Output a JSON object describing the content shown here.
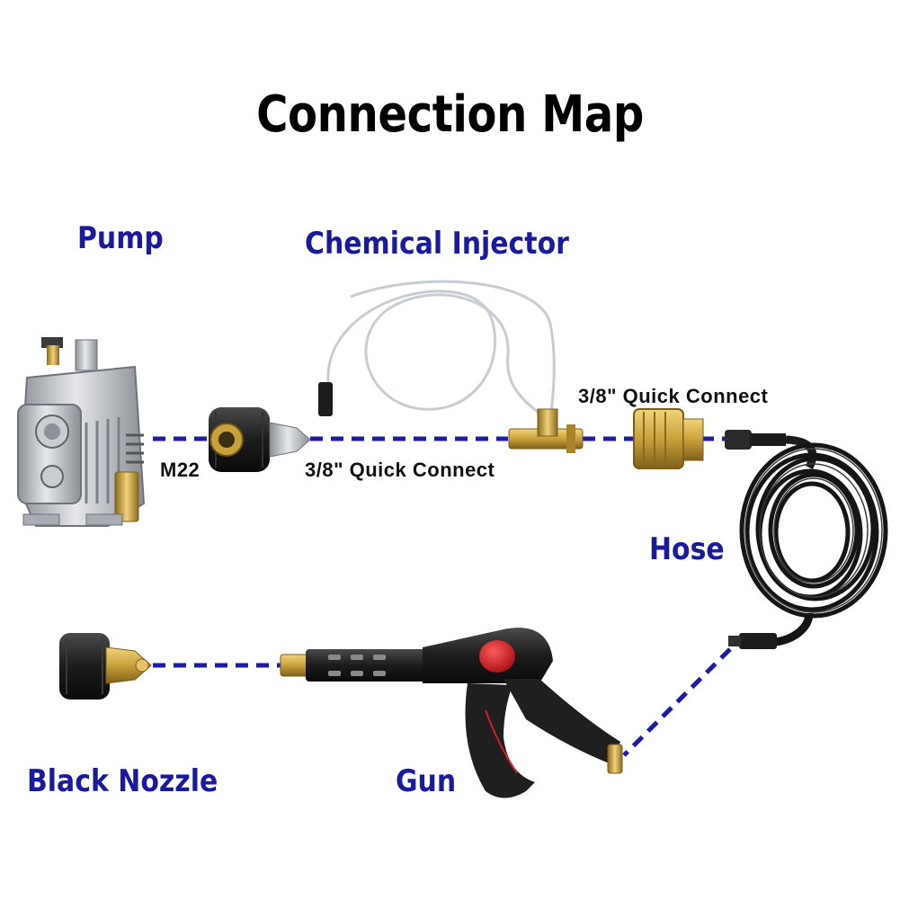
{
  "title": "Connection Map",
  "components": {
    "pump": "Pump",
    "chemical_injector": "Chemical Injector",
    "hose": "Hose",
    "black_nozzle": "Black Nozzle",
    "gun": "Gun"
  },
  "connectors": {
    "m22": "M22",
    "quick_connect_lower": "3/8\" Quick Connect",
    "quick_connect_upper": "3/8\" Quick Connect"
  },
  "colors": {
    "title": "#000000",
    "component_label": "#1a1a9e",
    "connector_label": "#111111",
    "dashed_line": "#1c1ca8",
    "brass": "#c9a13b",
    "metal": "#b8bcc2",
    "black_part": "#1c1c1c",
    "trigger_red": "#d21f26"
  }
}
